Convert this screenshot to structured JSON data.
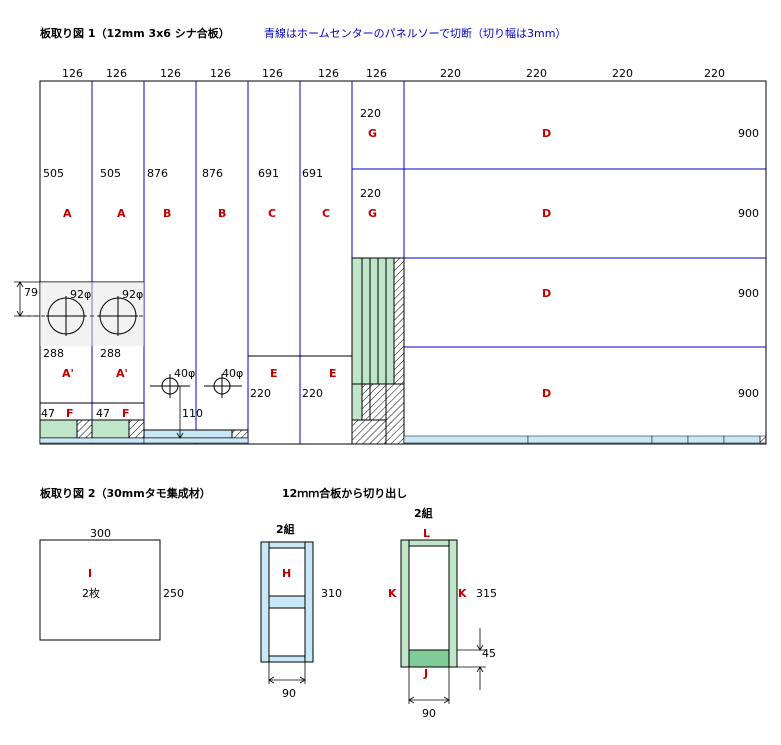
{
  "diagram1": {
    "title": "板取り図 1（12mm 3x6 シナ合板）",
    "note": "青線はホームセンターのパネルソーで切断（切り幅は3mm）",
    "top_widths": [
      "126",
      "126",
      "126",
      "126",
      "126",
      "126",
      "126",
      "220",
      "220",
      "220",
      "220"
    ],
    "dims": {
      "a1_len": "505",
      "a2_len": "505",
      "b1_len": "876",
      "b2_len": "876",
      "c1_len": "691",
      "c2_len": "691",
      "g1_w": "220",
      "g2_w": "220",
      "d1": "900",
      "d2": "900",
      "d3": "900",
      "d4": "900",
      "h79": "79",
      "hole92a": "92φ",
      "hole92b": "92φ",
      "a_prime1": "288",
      "a_prime2": "288",
      "hole40a": "40φ",
      "hole40b": "40φ",
      "d110": "110",
      "e1_w": "220",
      "e2_w": "220",
      "f1": "47",
      "f2": "47"
    },
    "labels": {
      "A1": "A",
      "A2": "A",
      "B1": "B",
      "B2": "B",
      "C1": "C",
      "C2": "C",
      "G1": "G",
      "G2": "G",
      "D1": "D",
      "D2": "D",
      "D3": "D",
      "D4": "D",
      "Ap1": "A'",
      "Ap2": "A'",
      "E1": "E",
      "E2": "E",
      "F1": "F",
      "F2": "F"
    }
  },
  "diagram2": {
    "title": "板取り図 2（30mmタモ集成材）",
    "subtitle": "12ｍｍ合板から切り出し",
    "i_width": "300",
    "i_label": "I",
    "i_count": "2枚",
    "i_height": "250",
    "h_sets": "2組",
    "h_label": "H",
    "h_height": "310",
    "h_width": "90",
    "k_sets": "2組",
    "l_label": "L",
    "k_left": "K",
    "k_right": "K",
    "k_height": "315",
    "j_dim": "45",
    "j_label": "J",
    "k_width": "90"
  },
  "colors": {
    "cut": "#0000cc",
    "green": "#c8f0c8",
    "blue_strip": "#c8e8f8",
    "label": "#c00000"
  }
}
